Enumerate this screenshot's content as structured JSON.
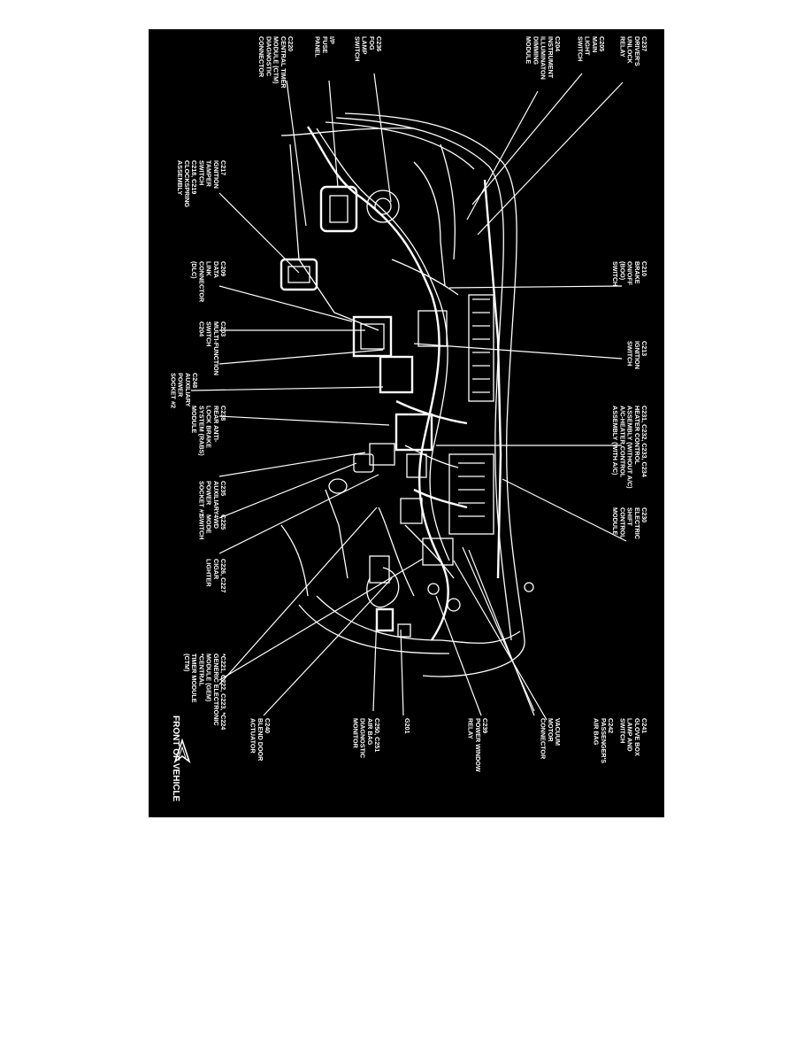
{
  "diagram": {
    "orientation": "rotated-90-clockwise",
    "colors": {
      "background": "#000000",
      "ink": "#ffffff",
      "page": "#ffffff"
    },
    "front_label": "FRONT OF VEHICLE",
    "front_icon": "arrow-icon",
    "callouts": [
      {
        "id": "c237",
        "lines": [
          "C237",
          "DRIVER'S",
          "UNLOCK",
          "RELAY"
        ]
      },
      {
        "id": "c205",
        "lines": [
          "C205",
          "MAIN",
          "LIGHT",
          "SWITCH"
        ]
      },
      {
        "id": "c204",
        "lines": [
          "C204",
          "INSTRUMENT",
          "ILLUMINATON",
          "DIMMING",
          "MODULE"
        ]
      },
      {
        "id": "c236",
        "lines": [
          "C236",
          "FOG",
          "LAMP",
          "SWITCH"
        ]
      },
      {
        "id": "ip-fuse",
        "lines": [
          "I/P",
          "FUSE",
          "PANEL"
        ]
      },
      {
        "id": "c220",
        "lines": [
          "C220",
          "CENTRAL TIMER",
          "MODULE (CTM)",
          "DIAGNOSTIC",
          "CONNECTOR"
        ]
      },
      {
        "id": "c217",
        "lines": [
          "C217",
          "IGNITION",
          "TAMPER",
          "SWITCH",
          "C218, C219",
          "CLOCKSPRING",
          "ASSEMBLY"
        ]
      },
      {
        "id": "c210",
        "lines": [
          "C210",
          "BRAKE",
          "ON/OFF",
          "(BOO)",
          "SWITCH"
        ]
      },
      {
        "id": "c209",
        "lines": [
          "C209",
          "DATA",
          "LINK",
          "CONNECTOR",
          "(DLC)"
        ]
      },
      {
        "id": "c203",
        "lines": [
          "C203",
          "MULTI-FUNCTION",
          "SWITCH",
          "C204"
        ]
      },
      {
        "id": "c213",
        "lines": [
          "C213",
          "IGNITION",
          "SWITCH"
        ]
      },
      {
        "id": "c248",
        "lines": [
          "C248",
          "AUXILIARY",
          "POWER",
          "SOCKET #2"
        ]
      },
      {
        "id": "c231",
        "lines": [
          "C231, C232, C233, C234",
          "HEATER CONTROL",
          "ASSEMBLY (WITHOUT A/C)",
          "A/C-HEATER CONTROL",
          "ASSEMBLY (WITH A/C)"
        ]
      },
      {
        "id": "c238",
        "lines": [
          "C238",
          "REAR ANTI-",
          "LOCK BRAKE",
          "SYSTEM (RABS)",
          "MODULE"
        ]
      },
      {
        "id": "c235",
        "lines": [
          "C235",
          "AUXILIARY",
          "POWER",
          "SOCKET #1"
        ]
      },
      {
        "id": "c230",
        "lines": [
          "C230",
          "ELECTRIC",
          "SHIFT",
          "CONTROL",
          "MODULE"
        ]
      },
      {
        "id": "c225",
        "lines": [
          "C225",
          "4WD",
          "MODE",
          "SWITCH"
        ]
      },
      {
        "id": "c226",
        "lines": [
          "C226, C227",
          "CIGAR",
          "LIGHTER"
        ]
      },
      {
        "id": "c221",
        "lines": [
          "*C221, C222, C223, *C224",
          "GENERIC ELECTRONIC",
          "MODULE (GEM)",
          "*CENTRAL",
          "TIMER MODULE",
          "(CTM)"
        ]
      },
      {
        "id": "c241",
        "lines": [
          "C241",
          "GLOVE BOX",
          "LAMP AND",
          "SWITCH"
        ]
      },
      {
        "id": "c242",
        "lines": [
          "C242",
          "PASSENGER'S",
          "AIR BAG"
        ]
      },
      {
        "id": "vacuum",
        "lines": [
          "VACUUM",
          "MOTOR",
          "CONNECTOR"
        ]
      },
      {
        "id": "c239",
        "lines": [
          "C239",
          "POWER WINDOW",
          "RELAY"
        ]
      },
      {
        "id": "g201",
        "lines": [
          "G201"
        ]
      },
      {
        "id": "c250",
        "lines": [
          "C250, C251",
          "AIR BAG",
          "DIAGNOSTIC",
          "MONITOR"
        ]
      },
      {
        "id": "c240",
        "lines": [
          "C240",
          "BLEND DOOR",
          "ACTUATOR"
        ]
      }
    ]
  }
}
